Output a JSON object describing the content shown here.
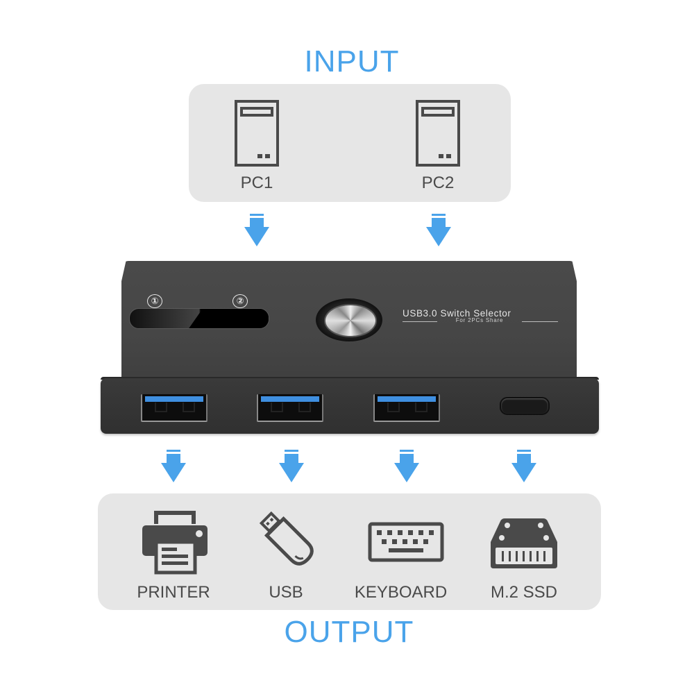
{
  "colors": {
    "accent_blue": "#4aa3ea",
    "panel_gray": "#e6e6e6",
    "icon_dark": "#4a4a4a",
    "device_body": "#444444",
    "usb3_blue": "#3f8fe0"
  },
  "input": {
    "heading": "INPUT",
    "devices": [
      {
        "label": "PC1",
        "icon": "pc-tower-icon"
      },
      {
        "label": "PC2",
        "icon": "pc-tower-icon"
      }
    ]
  },
  "device": {
    "title": "USB3.0 Switch Selector",
    "subtitle": "For 2PCs Share",
    "selector_positions": [
      "①",
      "②"
    ],
    "ports": [
      {
        "type": "USB-A 3.0"
      },
      {
        "type": "USB-A 3.0"
      },
      {
        "type": "USB-A 3.0"
      },
      {
        "type": "USB-C"
      }
    ]
  },
  "output": {
    "heading": "OUTPUT",
    "devices": [
      {
        "label": "PRINTER",
        "icon": "printer-icon"
      },
      {
        "label": "USB",
        "icon": "usb-flash-drive-icon"
      },
      {
        "label": "KEYBOARD",
        "icon": "keyboard-icon"
      },
      {
        "label": "M.2 SSD",
        "icon": "ssd-icon"
      }
    ]
  }
}
